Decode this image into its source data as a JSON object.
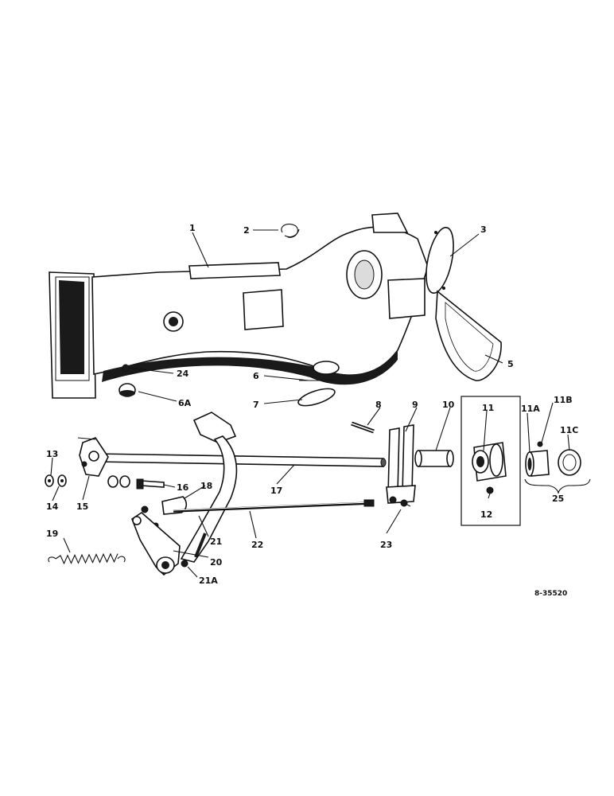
{
  "drawing_code": "8-35520",
  "callouts": [
    {
      "id": "c1",
      "text": "1"
    },
    {
      "id": "c2",
      "text": "2"
    },
    {
      "id": "c3",
      "text": "3"
    },
    {
      "id": "c5",
      "text": "5"
    },
    {
      "id": "c24",
      "text": "24"
    },
    {
      "id": "c6a",
      "text": "6A"
    },
    {
      "id": "c6",
      "text": "6"
    },
    {
      "id": "c7",
      "text": "7"
    },
    {
      "id": "c8",
      "text": "8"
    },
    {
      "id": "c9",
      "text": "9"
    },
    {
      "id": "c10",
      "text": "10"
    },
    {
      "id": "c11",
      "text": "11"
    },
    {
      "id": "c11a",
      "text": "11A"
    },
    {
      "id": "c11b",
      "text": "11B"
    },
    {
      "id": "c11c",
      "text": "11C"
    },
    {
      "id": "c12",
      "text": "12"
    },
    {
      "id": "c13",
      "text": "13"
    },
    {
      "id": "c14",
      "text": "14"
    },
    {
      "id": "c15",
      "text": "15"
    },
    {
      "id": "c16",
      "text": "16"
    },
    {
      "id": "c17",
      "text": "17"
    },
    {
      "id": "c18",
      "text": "18"
    },
    {
      "id": "c19",
      "text": "19"
    },
    {
      "id": "c20",
      "text": "20"
    },
    {
      "id": "c21",
      "text": "21"
    },
    {
      "id": "c21a",
      "text": "21A"
    },
    {
      "id": "c22",
      "text": "22"
    },
    {
      "id": "c23",
      "text": "23"
    },
    {
      "id": "c25",
      "text": "25"
    }
  ]
}
